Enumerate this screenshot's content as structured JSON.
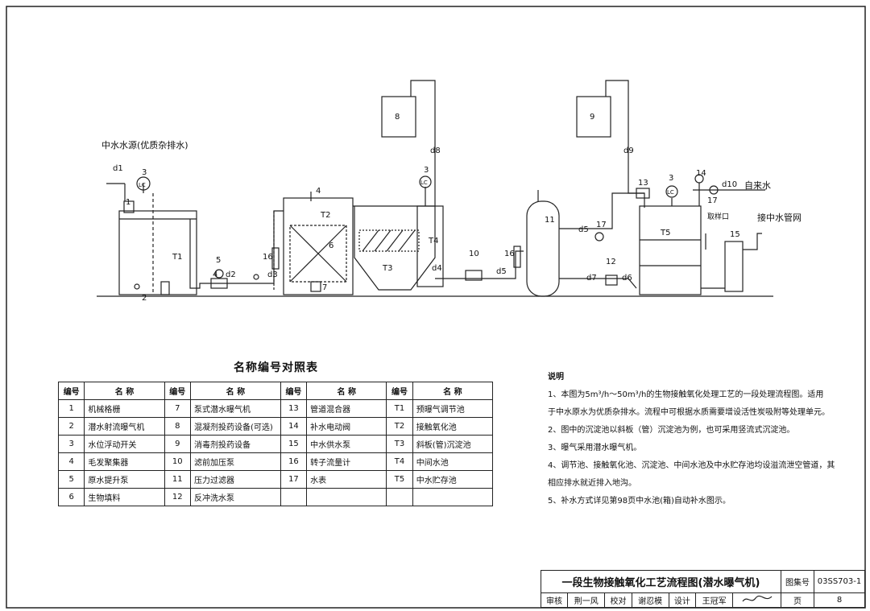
{
  "diagram": {
    "source_label": "中水水源(优质杂排水)",
    "tap_water_label": "自来水",
    "to_network_label": "接中水管网",
    "sampling_label": "取样口",
    "equipment_numbers": [
      "1",
      "2",
      "3",
      "4",
      "5",
      "6",
      "7",
      "8",
      "9",
      "10",
      "11",
      "12",
      "13",
      "14",
      "15",
      "16",
      "17"
    ],
    "tank_labels": [
      "T1",
      "T2",
      "T3",
      "T4",
      "T5"
    ],
    "pipe_labels": [
      "d1",
      "d2",
      "d3",
      "d4",
      "d5",
      "d6",
      "d7",
      "d8",
      "d9",
      "d10"
    ],
    "level_control_label": "LC"
  },
  "legend": {
    "title": "名称编号对照表",
    "header_no": "编号",
    "header_name": "名  称",
    "col1": [
      {
        "no": "1",
        "name": "机械格栅"
      },
      {
        "no": "2",
        "name": "潜水射流曝气机"
      },
      {
        "no": "3",
        "name": "水位浮动开关"
      },
      {
        "no": "4",
        "name": "毛发聚集器"
      },
      {
        "no": "5",
        "name": "原水提升泵"
      },
      {
        "no": "6",
        "name": "生物填料"
      }
    ],
    "col2": [
      {
        "no": "7",
        "name": "泵式潜水曝气机"
      },
      {
        "no": "8",
        "name": "混凝剂投药设备(可选)"
      },
      {
        "no": "9",
        "name": "消毒剂投药设备"
      },
      {
        "no": "10",
        "name": "滤前加压泵"
      },
      {
        "no": "11",
        "name": "压力过滤器"
      },
      {
        "no": "12",
        "name": "反冲洗水泵"
      }
    ],
    "col3": [
      {
        "no": "13",
        "name": "管道混合器"
      },
      {
        "no": "14",
        "name": "补水电动阀"
      },
      {
        "no": "15",
        "name": "中水供水泵"
      },
      {
        "no": "16",
        "name": "转子流量计"
      },
      {
        "no": "17",
        "name": "水表"
      }
    ],
    "col4": [
      {
        "no": "T1",
        "name": "预曝气调节池"
      },
      {
        "no": "T2",
        "name": "接触氧化池"
      },
      {
        "no": "T3",
        "name": "斜板(管)沉淀池"
      },
      {
        "no": "T4",
        "name": "中间水池"
      },
      {
        "no": "T5",
        "name": "中水贮存池"
      }
    ]
  },
  "notes": {
    "title": "说明",
    "lines": [
      "1、本图为5m³/h～50m³/h的生物接触氧化处理工艺的一段处理流程图。适用",
      "于中水原水为优质杂排水。流程中可根据水质需要增设活性炭吸附等处理单元。",
      "2、图中的沉淀池以斜板（管）沉淀池为例，也可采用竖流式沉淀池。",
      "3、曝气采用潜水曝气机。",
      "4、调节池、接触氧化池、沉淀池、中间水池及中水贮存池均设溢流泄空管道，其",
      "相应排水就近排入地沟。",
      "5、补水方式详见第98页中水池(箱)自动补水图示。"
    ]
  },
  "title_block": {
    "drawing_title": "一段生物接触氧化工艺流程图(潜水曝气机)",
    "atlas_label": "图集号",
    "atlas_no": "03SS703-1",
    "review_label": "审核",
    "reviewer": "荆一风",
    "check_label": "校对",
    "checker": "谢忍模",
    "design_label": "设计",
    "designer": "王冠军",
    "page_label": "页",
    "page_no": "8"
  }
}
